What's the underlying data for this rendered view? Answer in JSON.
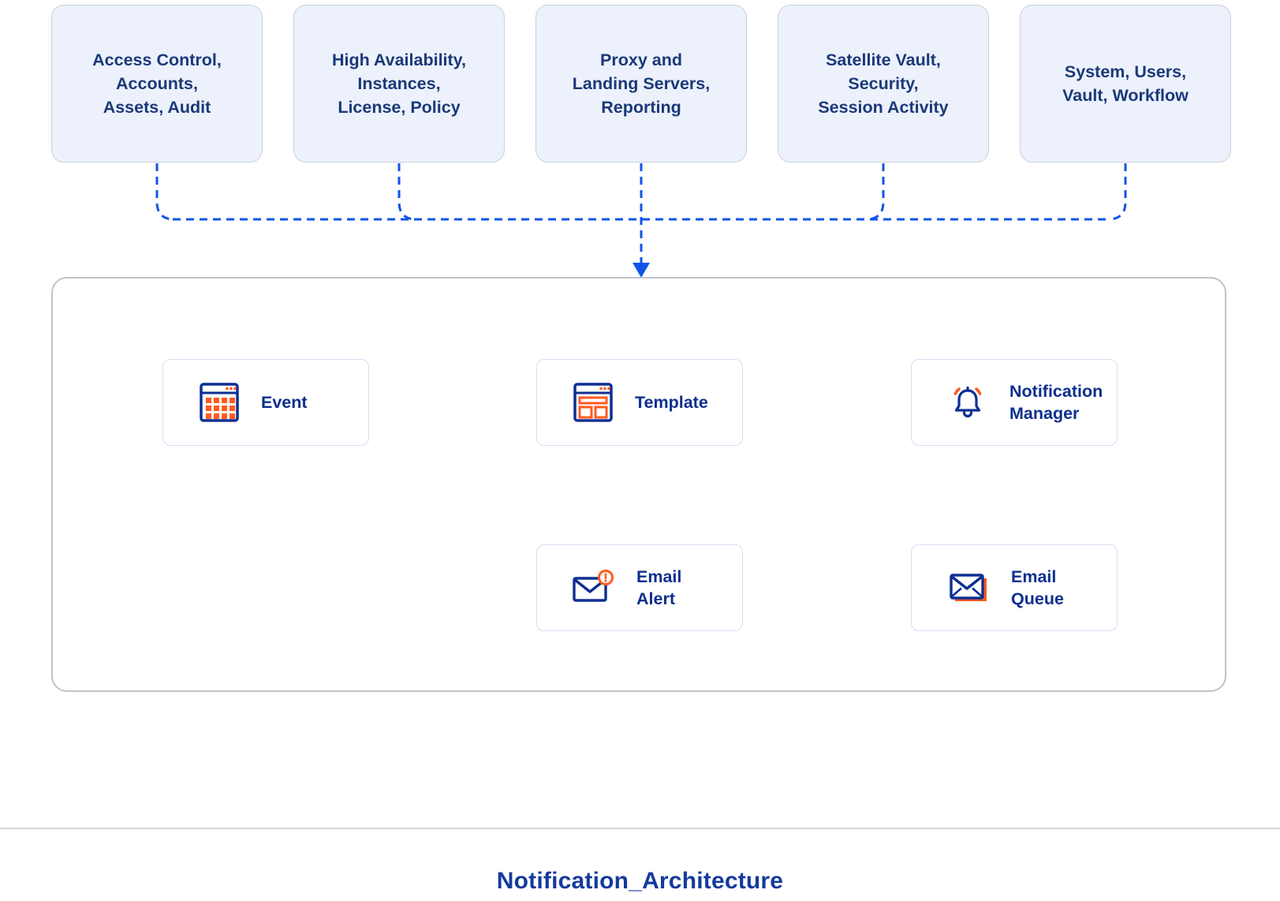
{
  "diagram": {
    "top_boxes": [
      {
        "label": "Access Control,\nAccounts,\nAssets, Audit"
      },
      {
        "label": "High Availability,\nInstances,\nLicense, Policy"
      },
      {
        "label": "Proxy and\nLanding Servers,\nReporting"
      },
      {
        "label": "Satellite Vault,\nSecurity,\nSession Activity"
      },
      {
        "label": "System, Users,\nVault, Workflow"
      }
    ],
    "nodes": {
      "event": {
        "label": "Event",
        "icon": "calendar-grid-icon"
      },
      "template": {
        "label": "Template",
        "icon": "template-layout-icon"
      },
      "notification_manager": {
        "label": "Notification\nManager",
        "icon": "notification-bell-icon"
      },
      "email_alert": {
        "label": "Email\nAlert",
        "icon": "email-alert-icon"
      },
      "email_queue": {
        "label": "Email\nQueue",
        "icon": "email-queue-icon"
      }
    },
    "title": "Notification_Architecture",
    "colors": {
      "top_box_fill": "#ecf1fb",
      "top_box_text": "#1b3979",
      "node_label": "#0d2f8e",
      "connector_blue": "#1155e8",
      "icon_blue": "#0d2f92",
      "icon_orange": "#ff5a1f",
      "container_border": "#bfc3ca",
      "divider": "#d5d6d9",
      "title_color": "#143a9e"
    }
  }
}
